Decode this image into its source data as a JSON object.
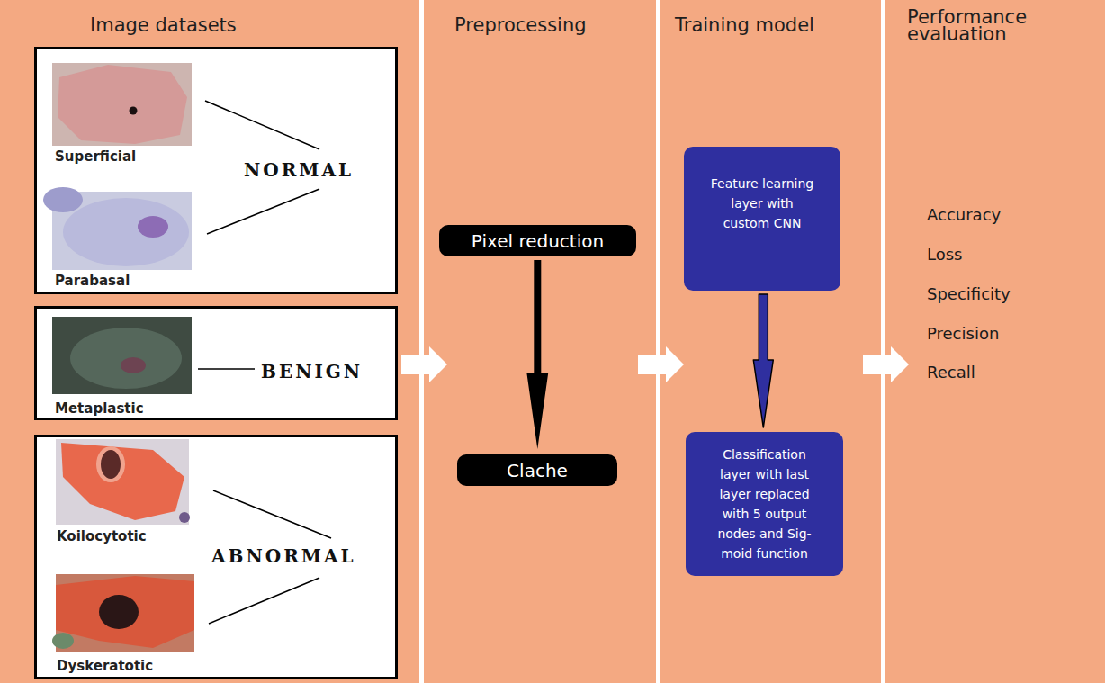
{
  "diagram": {
    "nodes": [
      {
        "text": [
          "Image datasets"
        ]
      },
      {
        "text": [
          "Superficial",
          "Parabasal",
          "NORMAL"
        ],
        "in": 0
      },
      {
        "text": [
          "Metaplastic",
          "BENIGN"
        ],
        "in": 0
      },
      {
        "text": [
          "Koilocytotic",
          "Dyskeratotic",
          "ABNORMAL"
        ],
        "in": 0
      },
      {
        "text": [
          "Preprocessing"
        ]
      },
      {
        "text": [
          "Pixel reduction"
        ],
        "in": 4
      },
      {
        "text": [
          "Clache"
        ],
        "in": 4
      },
      {
        "text": [
          "Training model"
        ]
      },
      {
        "text": [
          "Feature learning layer with custom CNN"
        ],
        "in": 7
      },
      {
        "text": [
          "Classification layer with last layer replaced with 5 output nodes and Sig- moid function"
        ],
        "in": 7
      },
      {
        "text": [
          "Performance evaluation",
          "Accuracy",
          "Loss",
          "Specificity",
          "Precision",
          "Recall"
        ]
      }
    ],
    "edges": [
      {
        "from": 0,
        "to": 4,
        "arrow": "to"
      },
      {
        "from": 4,
        "to": 7,
        "arrow": "to"
      },
      {
        "from": 7,
        "to": 10,
        "arrow": "to"
      },
      {
        "from": 5,
        "to": 6,
        "arrow": "to"
      },
      {
        "from": 8,
        "to": 9,
        "arrow": "to"
      }
    ]
  }
}
